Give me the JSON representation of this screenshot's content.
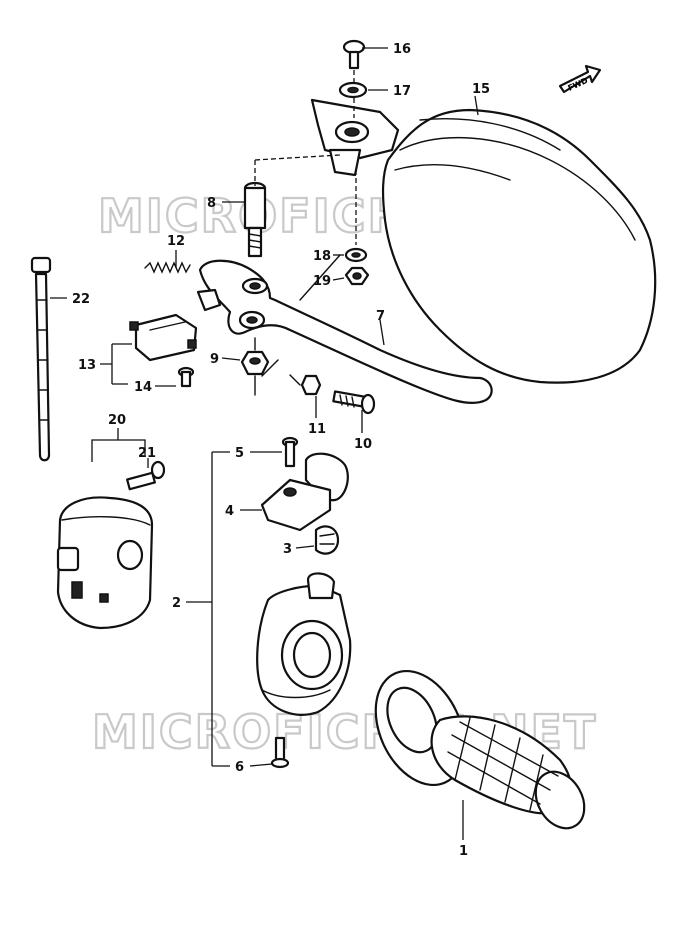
{
  "watermark": "MICROFICHES.NET",
  "fwd_label": "FWD",
  "callouts": [
    {
      "id": "c1",
      "text": "1"
    },
    {
      "id": "c2",
      "text": "2"
    },
    {
      "id": "c3",
      "text": "3"
    },
    {
      "id": "c4",
      "text": "4"
    },
    {
      "id": "c5",
      "text": "5"
    },
    {
      "id": "c6",
      "text": "6"
    },
    {
      "id": "c7",
      "text": "7"
    },
    {
      "id": "c8",
      "text": "8"
    },
    {
      "id": "c9",
      "text": "9"
    },
    {
      "id": "c10",
      "text": "10"
    },
    {
      "id": "c11",
      "text": "11"
    },
    {
      "id": "c12",
      "text": "12"
    },
    {
      "id": "c13",
      "text": "13"
    },
    {
      "id": "c14",
      "text": "14"
    },
    {
      "id": "c15",
      "text": "15"
    },
    {
      "id": "c16",
      "text": "16"
    },
    {
      "id": "c17",
      "text": "17"
    },
    {
      "id": "c18",
      "text": "18"
    },
    {
      "id": "c19",
      "text": "19"
    },
    {
      "id": "c20",
      "text": "20"
    },
    {
      "id": "c21",
      "text": "21"
    },
    {
      "id": "c22",
      "text": "22"
    }
  ]
}
